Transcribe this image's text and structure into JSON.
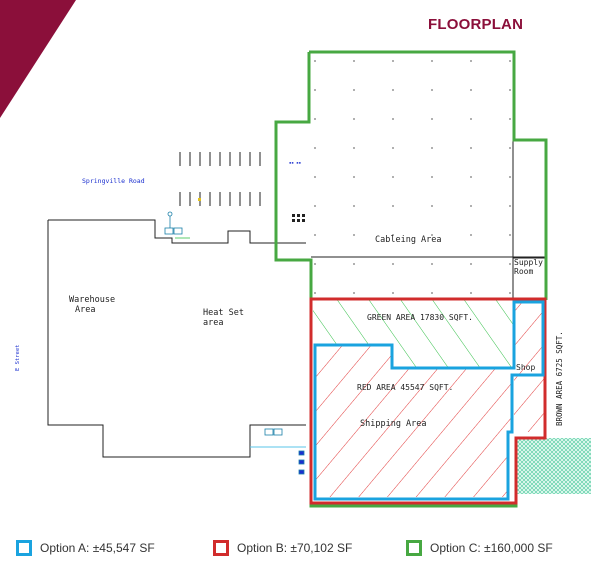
{
  "header": {
    "title": "FLOORPLAN",
    "brand_color": "#8b0f3a"
  },
  "plan": {
    "labels": {
      "springville_road": "Springville Road",
      "e_street": "E Street",
      "warehouse_area": "Warehouse\nArea",
      "heat_set_area": "Heat Set\narea",
      "cableing_area": "Cableing Area",
      "supply_room": "Supply\nRoom",
      "green_area": "GREEN AREA 17830 SQFT.",
      "red_area": "RED AREA 45547 SQFT.",
      "shipping_area": "Shipping Area",
      "shop": "Shop",
      "brown_area": "BROWN AREA 6725 SQFT."
    },
    "colors": {
      "option_a": "#1aa3df",
      "option_b": "#d12c2c",
      "option_c": "#47a842",
      "green_hatch": "#35c04a",
      "red_hatch": "#e23b3b",
      "brown_area_fill": "#5fd0a8",
      "wall": "#222222",
      "road_text": "#1a2fcf"
    }
  },
  "legend": [
    {
      "label": "Option A: ±45,547 SF",
      "color": "#1aa3df"
    },
    {
      "label": "Option B: ±70,102 SF",
      "color": "#d12c2c"
    },
    {
      "label": "Option C: ±160,000 SF",
      "color": "#47a842"
    }
  ]
}
